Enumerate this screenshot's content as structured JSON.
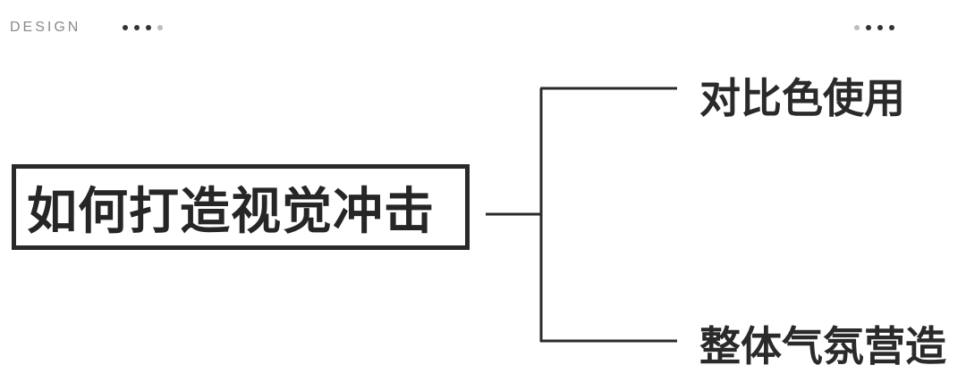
{
  "header": {
    "label": "DESIGN"
  },
  "diagram": {
    "root": "如何打造视觉冲击",
    "branches": [
      {
        "label": "对比色使用"
      },
      {
        "label": "整体气氛营造"
      }
    ]
  },
  "colors": {
    "ink": "#2a2a2a",
    "muted": "#8a8a8a",
    "dot_light": "#bdbdbd",
    "background": "#ffffff"
  }
}
